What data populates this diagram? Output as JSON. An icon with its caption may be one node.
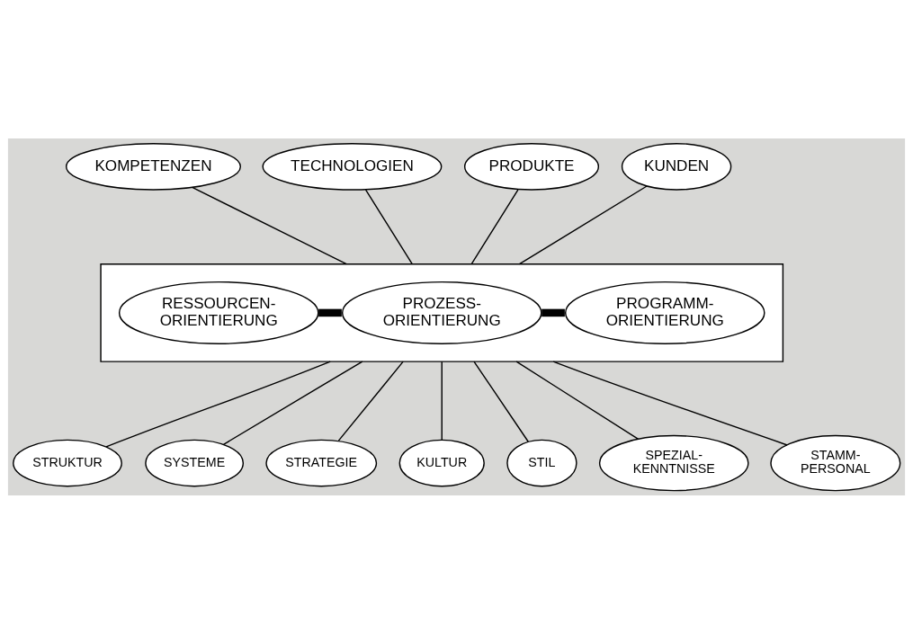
{
  "diagram": {
    "nodes": [
      {
        "text": [
          "KOMPETENZEN"
        ]
      },
      {
        "text": [
          "TECHNOLOGIEN"
        ]
      },
      {
        "text": [
          "PRODUKTE"
        ]
      },
      {
        "text": [
          "KUNDEN"
        ]
      },
      {
        "text": [],
        "shape": "box"
      },
      {
        "text": [
          "RESSOURCEN- ORIENTIERUNG"
        ],
        "in": 4
      },
      {
        "text": [
          "PROZESS- ORIENTIERUNG"
        ],
        "in": 4
      },
      {
        "text": [
          "PROGRAMM- ORIENTIERUNG"
        ],
        "in": 4
      },
      {
        "text": [
          "STRUKTUR"
        ]
      },
      {
        "text": [
          "SYSTEME"
        ]
      },
      {
        "text": [
          "STRATEGIE"
        ]
      },
      {
        "text": [
          "KULTUR"
        ]
      },
      {
        "text": [
          "STIL"
        ]
      },
      {
        "text": [
          "SPEZIAL- KENNTNISSE"
        ]
      },
      {
        "text": [
          "STAMM- PERSONAL"
        ]
      }
    ],
    "edges": [
      {
        "from": 0,
        "to": 4,
        "arrow": "none"
      },
      {
        "from": 1,
        "to": 4,
        "arrow": "none"
      },
      {
        "from": 2,
        "to": 4,
        "arrow": "none"
      },
      {
        "from": 3,
        "to": 4,
        "arrow": "none"
      },
      {
        "from": 5,
        "to": 6,
        "arrow": "none",
        "style": "thick"
      },
      {
        "from": 6,
        "to": 7,
        "arrow": "none",
        "style": "thick"
      },
      {
        "from": 4,
        "to": 8,
        "arrow": "none"
      },
      {
        "from": 4,
        "to": 9,
        "arrow": "none"
      },
      {
        "from": 4,
        "to": 10,
        "arrow": "none"
      },
      {
        "from": 4,
        "to": 11,
        "arrow": "none"
      },
      {
        "from": 4,
        "to": 12,
        "arrow": "none"
      },
      {
        "from": 4,
        "to": 13,
        "arrow": "none"
      },
      {
        "from": 4,
        "to": 14,
        "arrow": "none"
      }
    ]
  }
}
